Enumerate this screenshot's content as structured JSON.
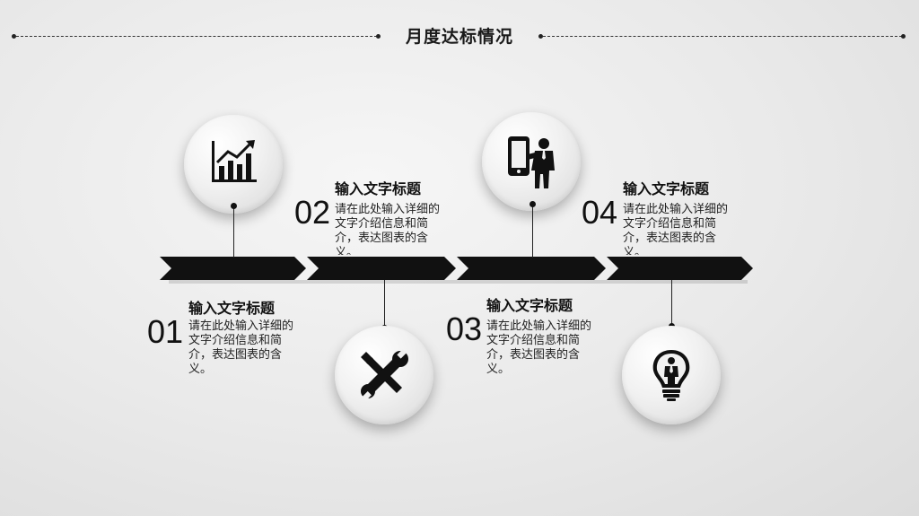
{
  "header": {
    "title": "月度达标情况"
  },
  "steps": [
    {
      "num": "01",
      "heading": "输入文字标题",
      "desc": "请在此处输入详细的文字介绍信息和简介，表达图表的含义。",
      "icon": "chart-growth-icon"
    },
    {
      "num": "02",
      "heading": "输入文字标题",
      "desc": "请在此处输入详细的文字介绍信息和简介，表达图表的含义。",
      "icon": "tools-icon"
    },
    {
      "num": "03",
      "heading": "输入文字标题",
      "desc": "请在此处输入详细的文字介绍信息和简介，表达图表的含义。",
      "icon": "phone-businessman-icon"
    },
    {
      "num": "04",
      "heading": "输入文字标题",
      "desc": "请在此处输入详细的文字介绍信息和简介，表达图表的含义。",
      "icon": "lightbulb-person-icon"
    }
  ],
  "colors": {
    "timeline": "#111111",
    "background": "#e9e9e9",
    "circle": "#f1f1f1"
  }
}
